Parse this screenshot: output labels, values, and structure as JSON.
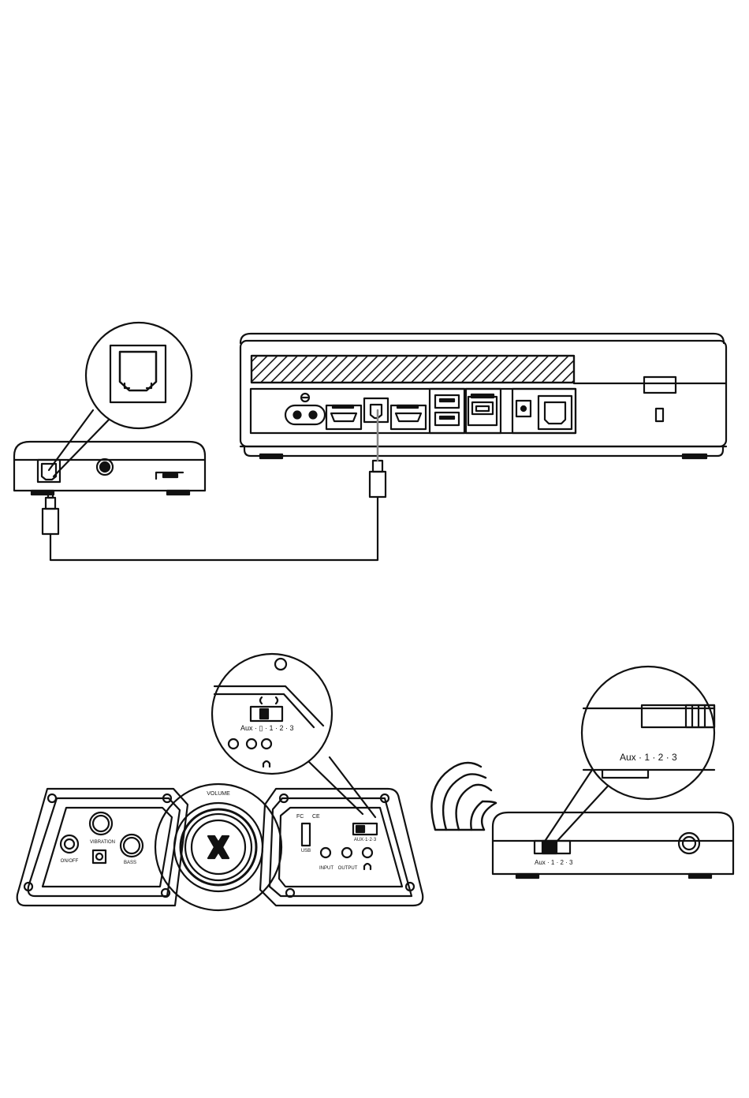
{
  "colors": {
    "line": "#111111",
    "background": "#ffffff",
    "cable_core": "#888888"
  },
  "chair_panel": {
    "volume_label": "VOLUME",
    "vibration_label": "VIBRATION",
    "bass_label": "BASS",
    "onoff_label": "ON/OFF",
    "usb_label": "USB",
    "input_label": "INPUT",
    "output_label": "OUTPUT",
    "fcc_mark": "FC",
    "ce_mark": "CE",
    "aux_label": "AUX·1·2·3",
    "brand_logo_icon": "x-logo"
  },
  "zoom_chair": {
    "aux_label": "Aux · ▯ · 1 · 2 · 3"
  },
  "zoom_transmitter": {
    "aux_label": "Aux · 1 · 2 · 3"
  },
  "transmitter_bottom": {
    "aux_label": "Aux · 1 · 2 · 3"
  }
}
